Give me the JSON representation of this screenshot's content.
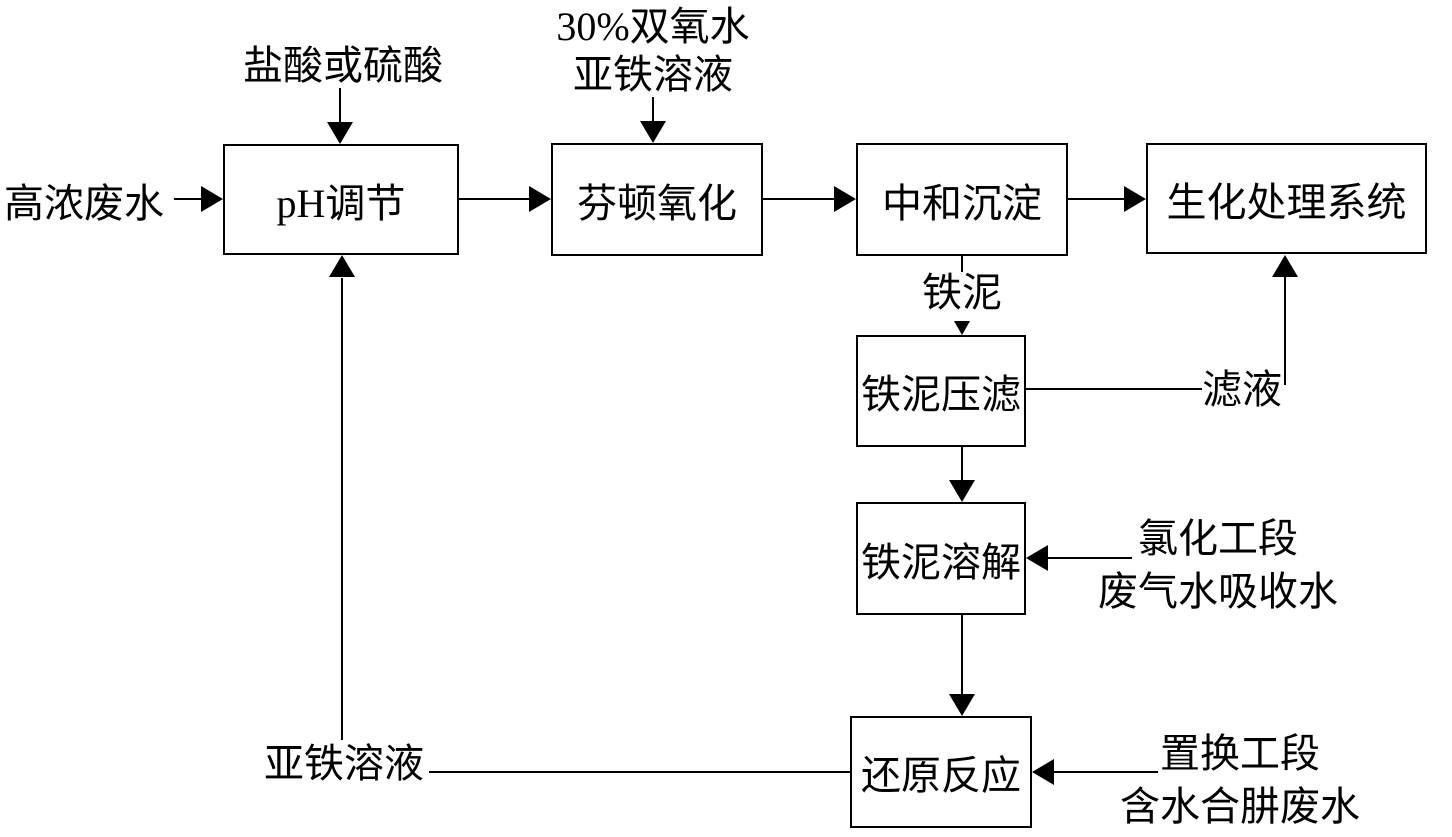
{
  "diagram": {
    "type": "flowchart",
    "background_color": "#ffffff",
    "line_color": "#000000",
    "nodes": [
      {
        "id": "ph-adjust",
        "label": "pH调节"
      },
      {
        "id": "fenton-oxidation",
        "label": "芬顿氧化"
      },
      {
        "id": "neutralization-precipitation",
        "label": "中和沉淀"
      },
      {
        "id": "biochemical-treatment-system",
        "label": "生化处理系统"
      },
      {
        "id": "iron-sludge-press-filter",
        "label": "铁泥压滤"
      },
      {
        "id": "iron-sludge-dissolution",
        "label": "铁泥溶解"
      },
      {
        "id": "reduction-reaction",
        "label": "还原反应"
      }
    ],
    "labels": {
      "influent": "高浓废水",
      "acid": "盐酸或硫酸",
      "peroxide_line1": "30%双氧水",
      "peroxide_line2": "亚铁溶液",
      "iron_sludge": "铁泥",
      "filtrate": "滤液",
      "chlorination_line1": "氯化工段",
      "chlorination_line2": "废气水吸收水",
      "replacement_line1": "置换工段",
      "replacement_line2": "含水合肼废水",
      "ferrous_solution": "亚铁溶液"
    },
    "edges": [
      {
        "from": "高浓废水",
        "to": "pH调节"
      },
      {
        "from": "盐酸或硫酸",
        "to": "pH调节"
      },
      {
        "from": "pH调节",
        "to": "芬顿氧化"
      },
      {
        "from": "30%双氧水 亚铁溶液",
        "to": "芬顿氧化"
      },
      {
        "from": "芬顿氧化",
        "to": "中和沉淀"
      },
      {
        "from": "中和沉淀",
        "to": "生化处理系统"
      },
      {
        "from": "中和沉淀",
        "to": "铁泥压滤",
        "label": "铁泥"
      },
      {
        "from": "铁泥压滤",
        "to": "生化处理系统",
        "label": "滤液"
      },
      {
        "from": "铁泥压滤",
        "to": "铁泥溶解"
      },
      {
        "from": "氯化工段废气水吸收水",
        "to": "铁泥溶解"
      },
      {
        "from": "铁泥溶解",
        "to": "还原反应"
      },
      {
        "from": "置换工段含水合肼废水",
        "to": "还原反应"
      },
      {
        "from": "还原反应",
        "to": "pH调节",
        "label": "亚铁溶液"
      }
    ]
  }
}
